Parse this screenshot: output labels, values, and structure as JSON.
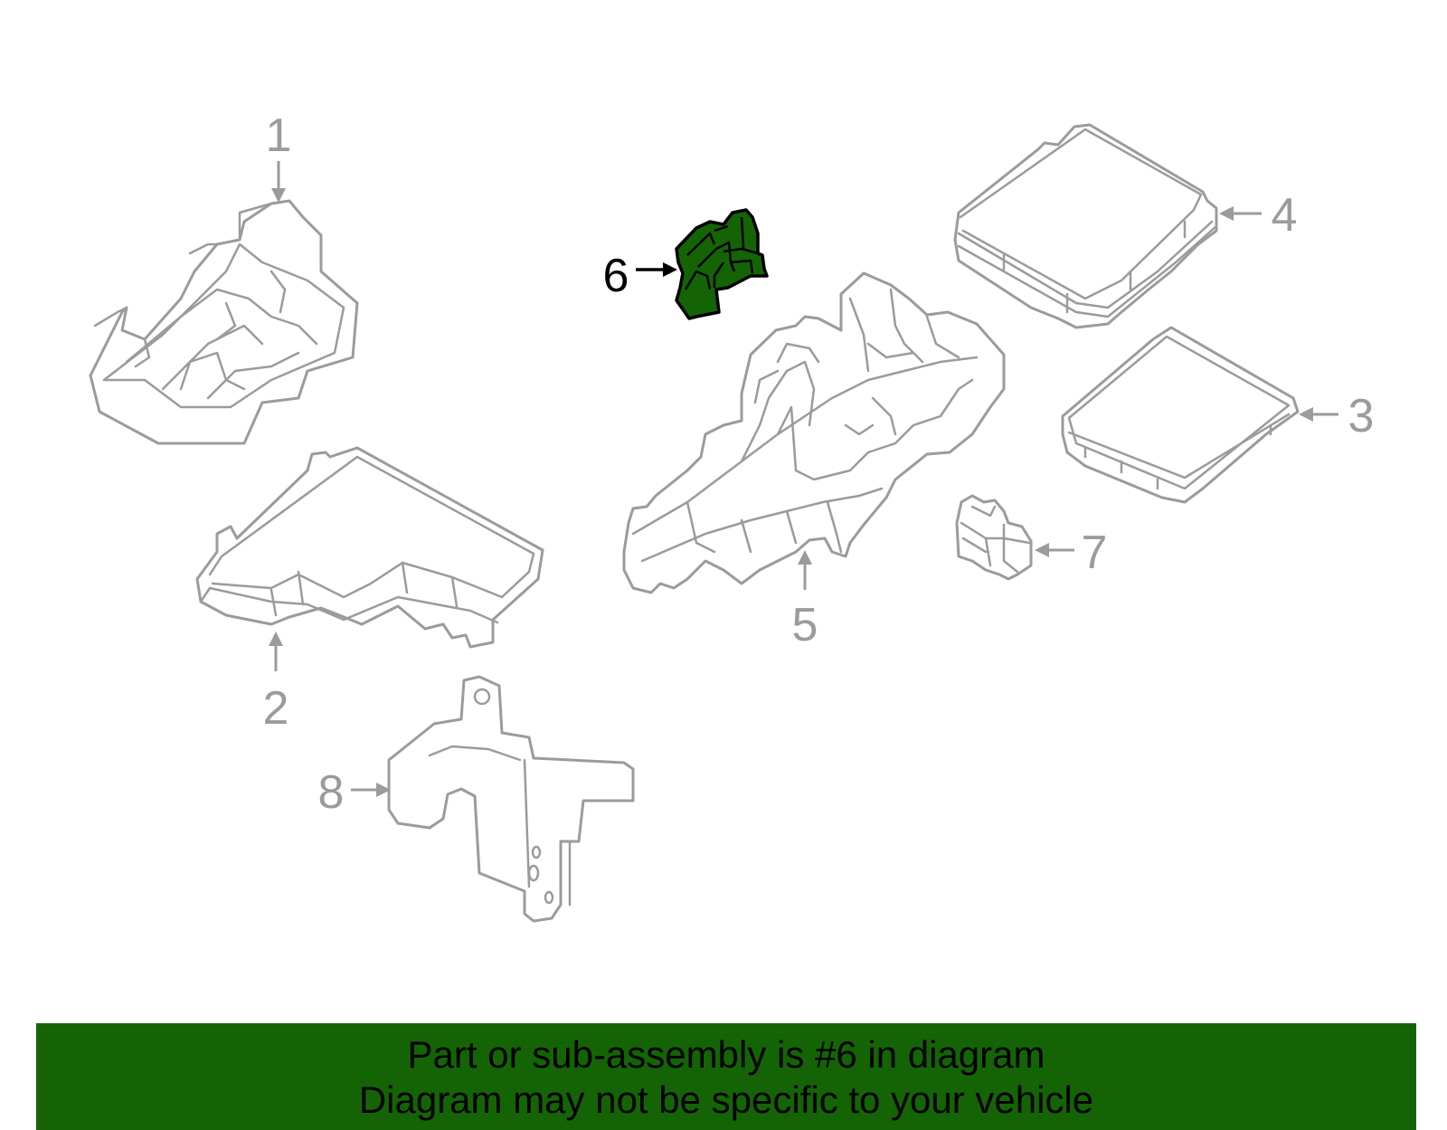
{
  "diagram": {
    "parts": [
      {
        "number": "1",
        "highlighted": false
      },
      {
        "number": "2",
        "highlighted": false
      },
      {
        "number": "3",
        "highlighted": false
      },
      {
        "number": "4",
        "highlighted": false
      },
      {
        "number": "5",
        "highlighted": false
      },
      {
        "number": "6",
        "highlighted": true
      },
      {
        "number": "7",
        "highlighted": false
      },
      {
        "number": "8",
        "highlighted": false
      }
    ],
    "colors": {
      "line_art": "#9b9b9b",
      "highlight_fill": "#146406",
      "highlight_outline": "#000000",
      "banner_background": "#146406"
    }
  },
  "banner": {
    "line1": "Part or sub-assembly is #6 in diagram",
    "line2": "Diagram may not be specific to your vehicle"
  }
}
